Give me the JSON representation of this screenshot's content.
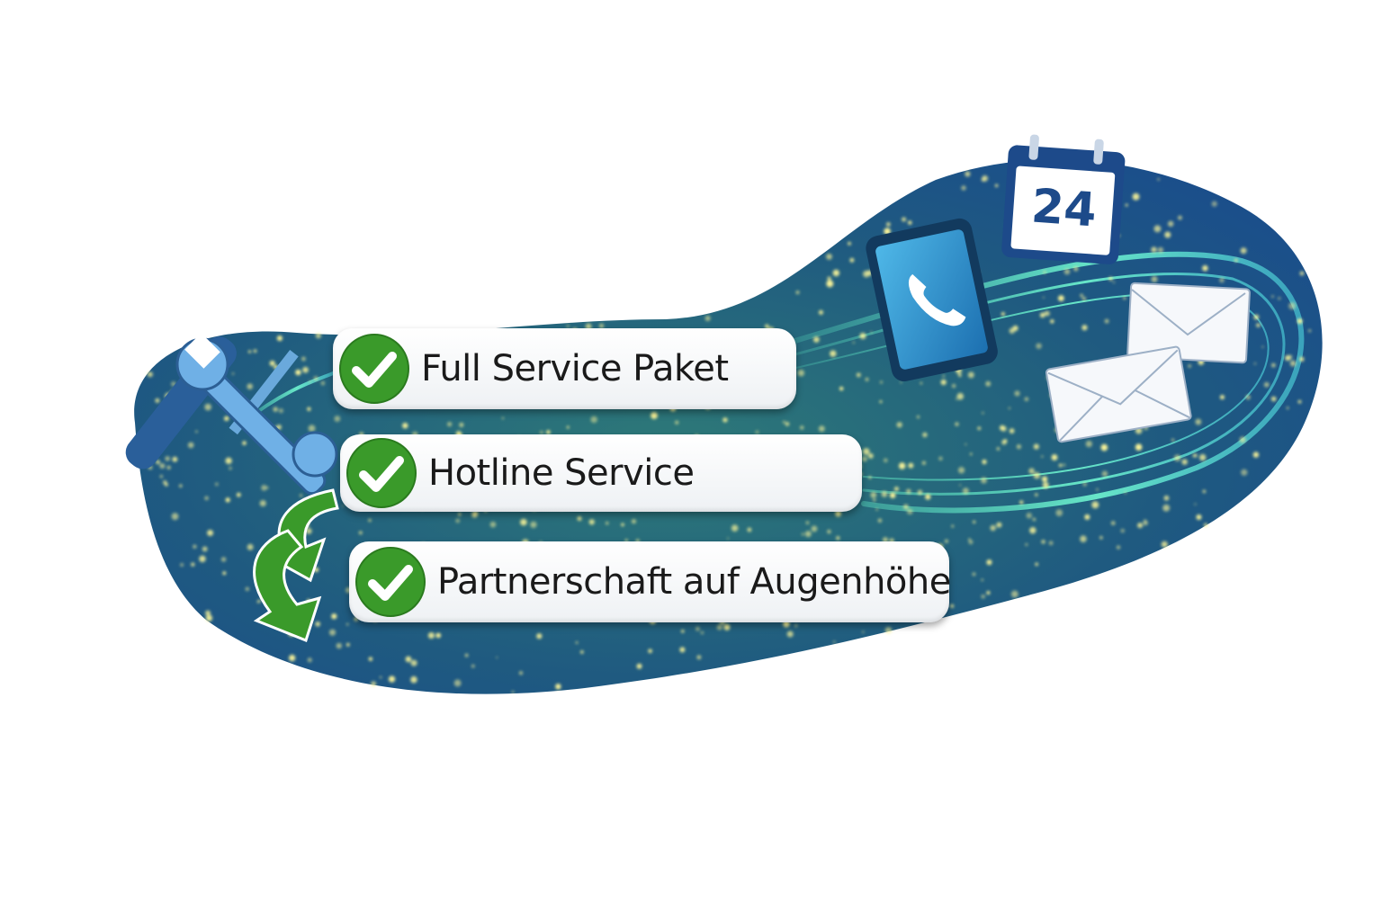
{
  "items": [
    {
      "label": "Full Service Paket",
      "icon": "check-circle-icon"
    },
    {
      "label": "Hotline Service",
      "icon": "check-circle-icon"
    },
    {
      "label": "Partnerschaft auf Augenhöhe",
      "icon": "check-circle-icon"
    }
  ],
  "calendar": {
    "number": "24"
  },
  "colors": {
    "blob_dark": "#1d4a7a",
    "blob_teal": "#2aa79a",
    "sparkle": "#fff89a",
    "check_green": "#3a9a2a",
    "accent_blue": "#1d4a8a"
  }
}
